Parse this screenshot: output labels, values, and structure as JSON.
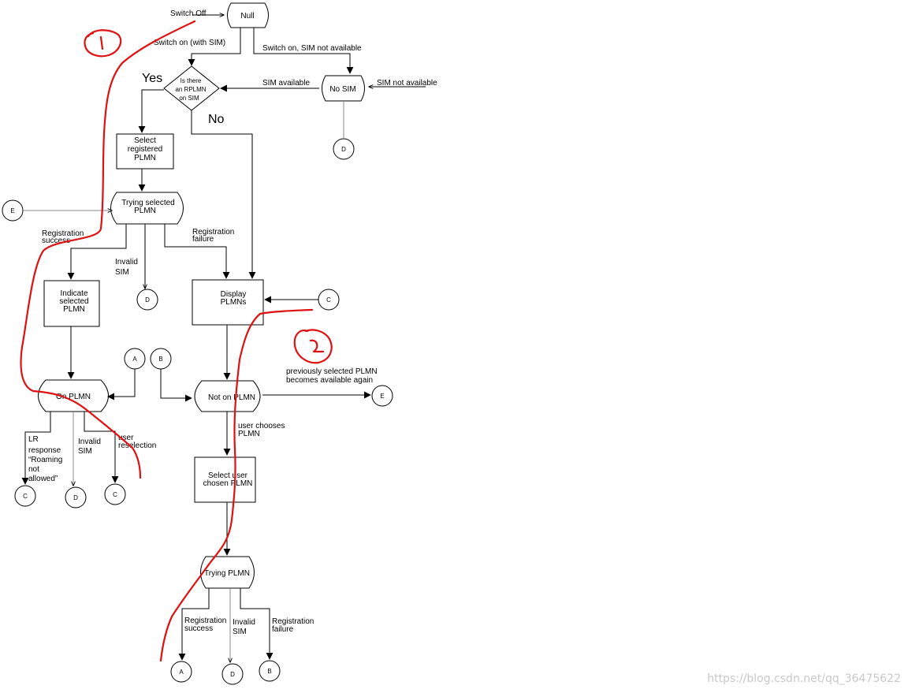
{
  "states": {
    "null": "Null",
    "no_sim": "No SIM",
    "trying_selected_line1": "Trying selected",
    "trying_selected_line2": "PLMN",
    "on_plmn": "On PLMN",
    "not_on_plmn": "Not on PLMN",
    "trying_plmn": "Trying PLMN"
  },
  "decision": {
    "line1": "Is there",
    "line2": "an RPLMN",
    "line3": "on SIM",
    "yes": "Yes",
    "no": "No"
  },
  "boxes": {
    "select_registered": [
      "Select",
      "registered",
      "PLMN"
    ],
    "indicate_selected": [
      "Indicate",
      "selected",
      "PLMN"
    ],
    "display_plmns": [
      "Display",
      "PLMNs"
    ],
    "select_user_chosen": [
      "Select user",
      "chosen PLMN"
    ]
  },
  "edges": {
    "switch_off": "Switch Off",
    "switch_on_with_sim": "Switch on (with SIM)",
    "switch_on_no_sim": "Switch on, SIM not available",
    "sim_available": "SIM available",
    "sim_not_available": "SIM not available",
    "registration_success": [
      "Registration",
      "success"
    ],
    "registration_failure": [
      "Registration",
      "failure"
    ],
    "invalid_sim": [
      "Invalid",
      "SIM"
    ],
    "lr_response": [
      "LR",
      "response",
      "“Roaming",
      "not",
      "allowed”"
    ],
    "user_reselection": [
      "user",
      "reselection"
    ],
    "user_chooses": [
      "user chooses",
      "PLMN"
    ],
    "previously_selected": [
      "previously selected PLMN",
      "becomes available again"
    ]
  },
  "connectors": {
    "a": "A",
    "b": "B",
    "c": "C",
    "d": "D",
    "e": "E"
  },
  "annotations": {
    "mark_1": "1",
    "mark_2": "2"
  },
  "colors": {
    "ink": "#e01010",
    "line": "#000000",
    "watermark": "#c8c8c8"
  },
  "watermark": "https://blog.csdn.net/qq_36475622"
}
